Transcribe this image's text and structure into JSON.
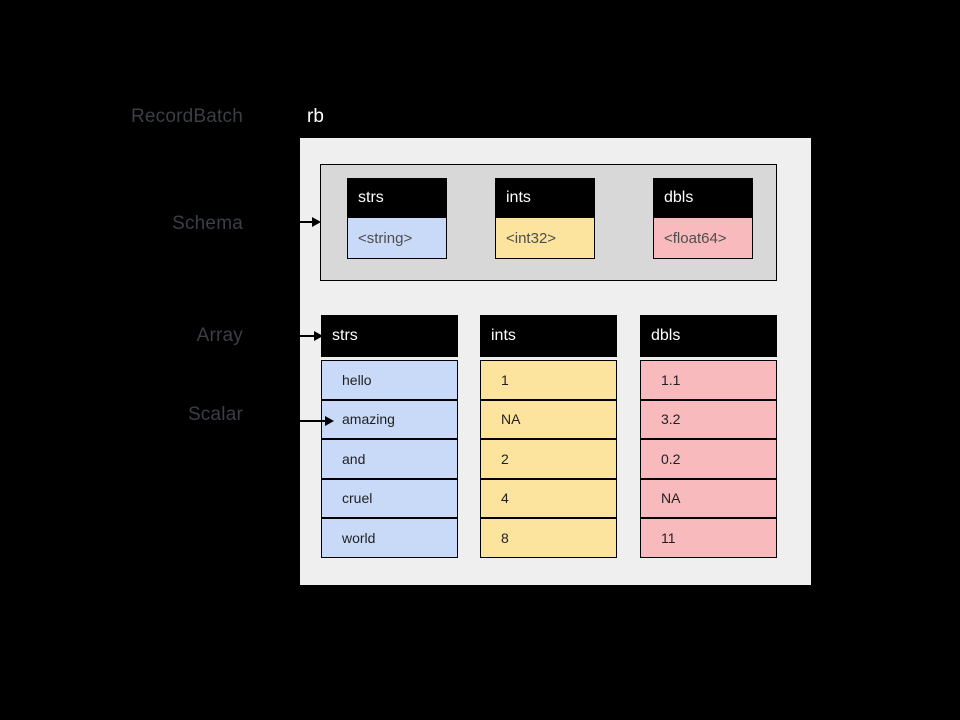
{
  "colors": {
    "background": "#000000",
    "panel": "#efefef",
    "schema_panel": "#d8d8d8",
    "header_black": "#000000",
    "header_text": "#ffffff",
    "label_text": "#3b3f44",
    "blue": "#c9daf8",
    "yellow": "#fce49e",
    "pink": "#f8babc"
  },
  "labels": {
    "recordbatch": "RecordBatch",
    "schema": "Schema",
    "array": "Array",
    "scalar": "Scalar",
    "rb": "rb"
  },
  "schema": {
    "fields": [
      {
        "name": "strs",
        "type": "<string>",
        "color": "#c9daf8"
      },
      {
        "name": "ints",
        "type": "<int32>",
        "color": "#fce49e"
      },
      {
        "name": "dbls",
        "type": "<float64>",
        "color": "#f8babc"
      }
    ]
  },
  "arrays": [
    {
      "name": "strs",
      "color": "#c9daf8",
      "values": [
        "hello",
        "amazing",
        "and",
        "cruel",
        "world"
      ]
    },
    {
      "name": "ints",
      "color": "#fce49e",
      "values": [
        "1",
        "NA",
        "2",
        "4",
        "8"
      ]
    },
    {
      "name": "dbls",
      "color": "#f8babc",
      "values": [
        "1.1",
        "3.2",
        "0.2",
        "NA",
        "11"
      ]
    }
  ]
}
